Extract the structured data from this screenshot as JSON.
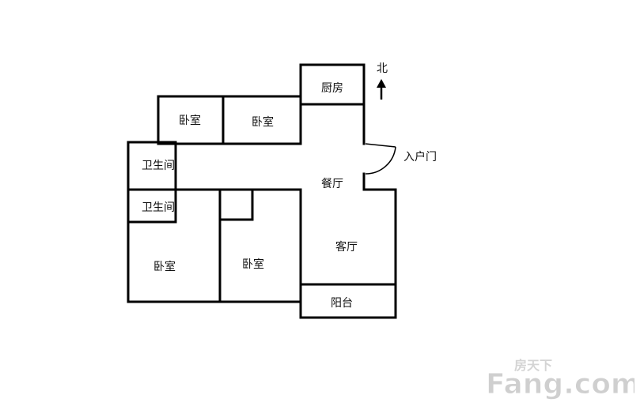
{
  "rooms": {
    "kitchen": "厨房",
    "bedroom_top_left": "卧室",
    "bedroom_top_right": "卧室",
    "bathroom_upper": "卫生间",
    "bathroom_lower": "卫生间",
    "dining": "餐厅",
    "living": "客厅",
    "bedroom_bottom_left": "卧室",
    "bedroom_bottom_mid": "卧室",
    "balcony": "阳台"
  },
  "compass": {
    "north_label": "北",
    "arrow_icon": "north-arrow-icon"
  },
  "entrance": {
    "label": "入户门",
    "door_icon": "door-swing-icon"
  },
  "watermark": {
    "text": "Fang.com",
    "subtext": "房天下",
    "color": "#c8c8c8"
  }
}
